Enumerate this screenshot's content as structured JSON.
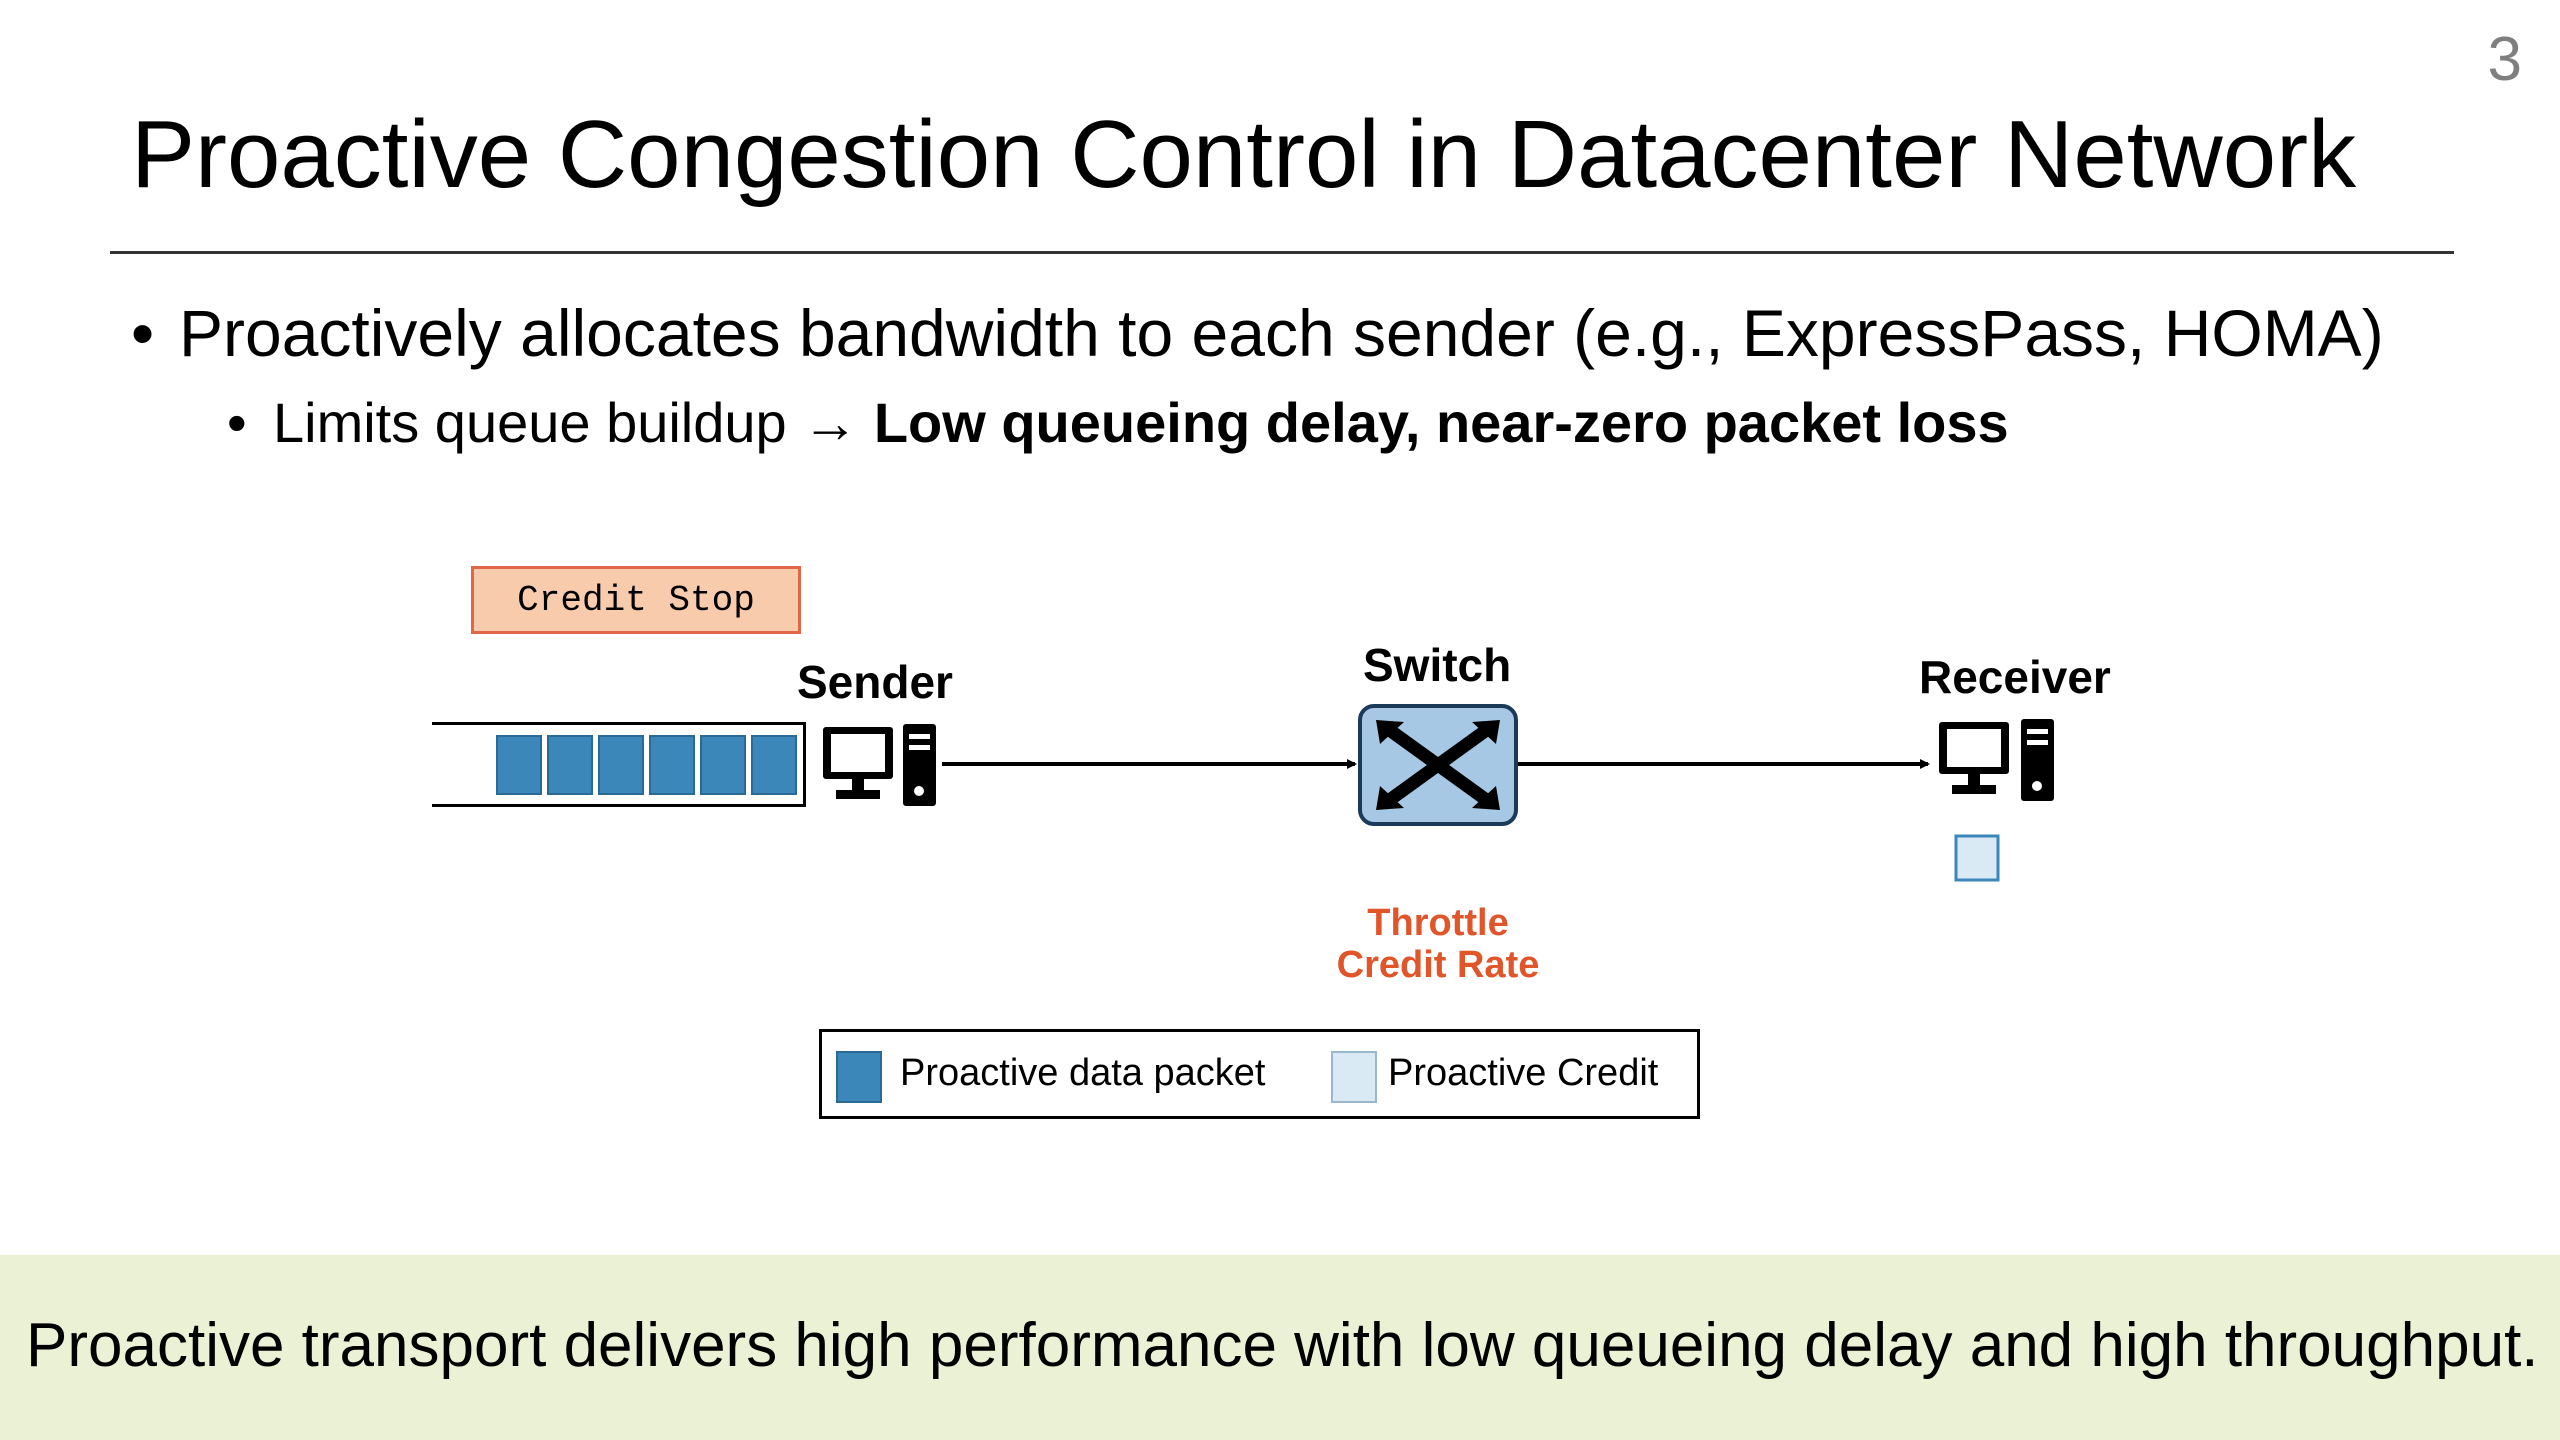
{
  "slide": {
    "number": "3",
    "title": "Proactive Congestion Control in Datacenter Network"
  },
  "bullets": {
    "level1": "Proactively allocates bandwidth to each sender  (e.g., ExpressPass, HOMA)",
    "level2_plain": "Limits queue buildup ",
    "level2_arrow": "→",
    "level2_bold": "Low queueing delay, near-zero packet loss"
  },
  "diagram": {
    "credit_stop": "Credit Stop",
    "sender_label": "Sender",
    "switch_label": "Switch",
    "receiver_label": "Receiver",
    "throttle_line1": "Throttle",
    "throttle_line2": "Credit Rate",
    "queued_data_packets": 6,
    "credits_at_receiver": 1,
    "colors": {
      "data_packet": "#3b87ba",
      "credit": "#d9eaf5",
      "switch_fill": "#a7c8e4",
      "throttle_text": "#e0562a",
      "credit_stop_fill": "#f8cbad"
    }
  },
  "legend": {
    "data_packet": "Proactive data packet",
    "credit": "Proactive Credit"
  },
  "summary": "Proactive transport delivers high performance with low queueing delay and high throughput."
}
